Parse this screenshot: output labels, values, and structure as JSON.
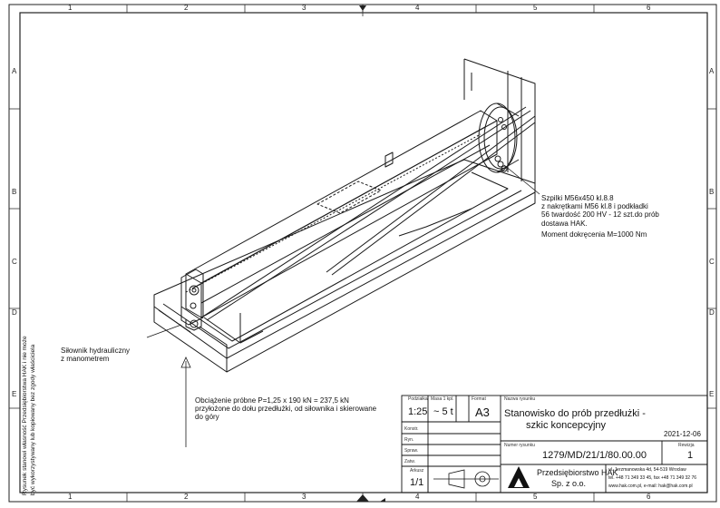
{
  "zones": {
    "columns": [
      "1",
      "2",
      "3",
      "4",
      "5",
      "6"
    ],
    "rows": [
      "A",
      "B",
      "C",
      "D",
      "E"
    ]
  },
  "side_note": {
    "line1": "Rysunek stanowi własność Przedsiębiorstwa HAK i nie może",
    "line2": "być wykorzystywany lub kopiowany bez zgody właściciela"
  },
  "annotations": {
    "studs": [
      "Szpilki M56x450  kl.8.8",
      "z nakrętkami M56  kl.8 i podkładki",
      "56 twardość 200 HV - 12 szt.do prób",
      "dostawa HAK.",
      "Moment dokręcenia M=1000 Nm"
    ],
    "cylinder": [
      "Siłownik hydrauliczny",
      "z manometrem"
    ],
    "load": [
      "Obciążenie próbne P=1,25 x 190 kN = 237,5 kN",
      "przyłożone do dołu przedłużki, od siłownika i skierowane",
      "do góry"
    ]
  },
  "title_block": {
    "scale_label": "Podziałka",
    "scale_value": "1:25",
    "mass_label": "Masa 1 kpl.",
    "mass_value": "~ 5  t",
    "format_label": "Format",
    "format_value": "A3",
    "drawing_name_label": "Nazwa rysunku",
    "title_line1": "Stanowisko do prób przedłużki -",
    "title_line2": "szkic koncepcyjny",
    "date": "2021-12-06",
    "number_label": "Numer rysunku",
    "revision_label": "Rewizja",
    "drawing_number": "1279/MD/21/1/80.00.00",
    "revision": "1",
    "sheet_label": "Arkusz",
    "sheet_value": "1/1",
    "rows": [
      "Konstr.",
      "Ryn.",
      "Spraw.",
      "Zatw."
    ],
    "company_line1": "Przedsiębiorstwo HAK",
    "company_line2": "Sp. z o.o.",
    "address1": "ul. Jerzmanowska 4d, 54-519 Wrocław",
    "address2": "tel. +48 71 349 33 45, fax +48 71 349 32 76",
    "address3": "www.hak.com.pl, e-mail: hak@hak.com.pl"
  }
}
